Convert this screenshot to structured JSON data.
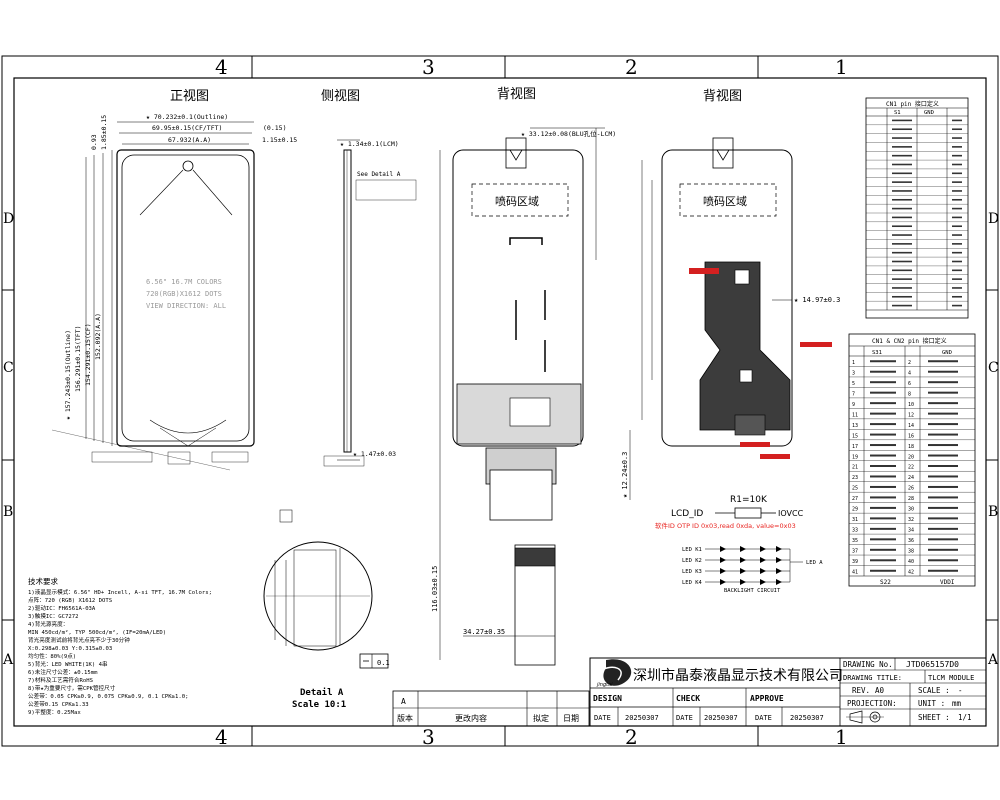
{
  "border": {
    "top_zones": [
      "4",
      "3",
      "2",
      "1"
    ],
    "bottom_zones": [
      "4",
      "3",
      "2",
      "1"
    ],
    "left_zones": [
      "D",
      "C",
      "B",
      "A"
    ],
    "right_zones": [
      "D",
      "C",
      "B",
      "A"
    ]
  },
  "views": {
    "front": "正视图",
    "side": "侧视图",
    "back1": "背视图",
    "back2": "背视图"
  },
  "front_view": {
    "dim_outline": "★ 70.232±0.1(Outline)",
    "dim_cf_tft": "69.95±0.15(CF/TFT)",
    "dim_aa": "67.932(A.A)",
    "dim_015": "(0.15)",
    "dim_115": "1.15±0.15",
    "dim_v1": "★ 157.243±0.15(Outline)",
    "dim_v2": "156.291±0.15(TFT)",
    "dim_v3": "154.291±0.15(CF)",
    "dim_v4": "152.092(A.A)",
    "dim_093": "0.93",
    "dim_185": "1.85±0.15",
    "panel_line1": "6.56\" 16.7M COLORS",
    "panel_line2": "720(RGB)X1612 DOTS",
    "panel_line3": "VIEW DIRECTION: ALL"
  },
  "side_view": {
    "dim_lcm": "★ 1.34±0.1(LCM)",
    "see_detail": "See Detail A",
    "dim_147": "★ 1.47±0.03"
  },
  "back_view": {
    "dim_blu": "★ 33.12±0.08(BLU孔位-LCM)",
    "spray_area": "喷码区域",
    "dim_total": "116.03±0.15",
    "dim_3427": "34.27±0.35",
    "dim_1497": "★ 14.97±0.3",
    "dim_1224": "★ 12.24±0.3"
  },
  "back_view2": {
    "spray_area": "喷码区域"
  },
  "cn1_table": {
    "title": "CN1 pin   接口定义",
    "col1": "S1",
    "col2": "GND"
  },
  "cn2_table": {
    "title": "CN1 & CN2 pin     接口定义",
    "col1": "S31",
    "col2": "GND",
    "rows": [
      {
        "l": "1",
        "r": "2"
      },
      {
        "l": "3",
        "r": "4"
      },
      {
        "l": "5",
        "r": "6"
      },
      {
        "l": "7",
        "r": "8"
      },
      {
        "l": "9",
        "r": "10"
      },
      {
        "l": "11",
        "r": "12"
      },
      {
        "l": "13",
        "r": "14"
      },
      {
        "l": "15",
        "r": "16"
      },
      {
        "l": "17",
        "r": "18"
      },
      {
        "l": "19",
        "r": "20"
      },
      {
        "l": "21",
        "r": "22"
      },
      {
        "l": "23",
        "r": "24"
      },
      {
        "l": "25",
        "r": "26"
      },
      {
        "l": "27",
        "r": "28"
      },
      {
        "l": "29",
        "r": "30"
      },
      {
        "l": "31",
        "r": "32"
      },
      {
        "l": "33",
        "r": "34"
      },
      {
        "l": "35",
        "r": "36"
      },
      {
        "l": "37",
        "r": "38"
      },
      {
        "l": "39",
        "r": "40"
      },
      {
        "l": "41",
        "r": "42"
      }
    ],
    "footer_left": "S22",
    "footer_right": "VDDI"
  },
  "circuit": {
    "lcd_id": "LCD_ID",
    "resistor": "R1=10K",
    "vcc": "IOVCC",
    "note": "软件ID OTP ID 0x03,read 0xda, value=0x03",
    "led_k1": "LED K1",
    "led_k2": "LED K2",
    "led_k3": "LED K3",
    "led_k4": "LED K4",
    "led_a": "LED A",
    "backlight": "BACKLIGHT CIRCUIT"
  },
  "notes_lower_left": {
    "title": "技术要求",
    "lines": [
      "1)液晶显示模式：6.56\" HD+ Incell, A-si TFT, 16.7M Colors;",
      "   点阵：720 (RGB) X1612 DOTS",
      "2)驱动IC：FH6561A-03A",
      "3)触摸IC：GC7272",
      "4)背光源亮度：",
      "   MIN 450cd/m², TYP 500cd/m², (IF=20mA/LED)",
      "   背光亮度测试前将背光点亮不少于30分钟",
      "   X:0.298±0.03     Y:0.315±0.03",
      "   均匀性：80%(9点)",
      "5)背光：LED WHITE(1K) 4串",
      "6)未注尺寸公差：±0.15mm",
      "7)材料及工艺需符合RoHS",
      "8)带★为重要尺寸，需CPK管控尺寸",
      "   公差带：0.05 CPK≥0.9, 0.075 CPK≥0.9, 0.1 CPK≥1.0;",
      "   公差带0.15 CPK≥1.33",
      "9)平整度：0.25Max"
    ]
  },
  "detail": {
    "label": "Detail A",
    "scale": "Scale 10:1",
    "flatness": "0.1"
  },
  "title_block": {
    "company": "深圳市晶泰液晶显示技术有限公司",
    "logo_text": "jingtai",
    "design": "DESIGN",
    "check": "CHECK",
    "approve": "APPROVE",
    "date_label": "DATE",
    "design_date": "20250307",
    "check_date": "20250307",
    "approve_date": "20250307",
    "drawing_no_label": "DRAWING No.",
    "drawing_no": "JTD065157D0",
    "drawing_title_label": "DRAWING TITLE:",
    "drawing_title": "TLCM MODULE",
    "rev_label": "REV.",
    "rev": "A0",
    "scale_label": "SCALE :",
    "scale": "-",
    "projection_label": "PROJECTION:",
    "unit_label": "UNIT :",
    "unit": "mm",
    "sheet_label": "SHEET :",
    "sheet": "1/1",
    "rev_table": {
      "col_a": "A",
      "version": "版本",
      "change": "更改内容",
      "drafter": "拟定",
      "date": "日期"
    }
  }
}
